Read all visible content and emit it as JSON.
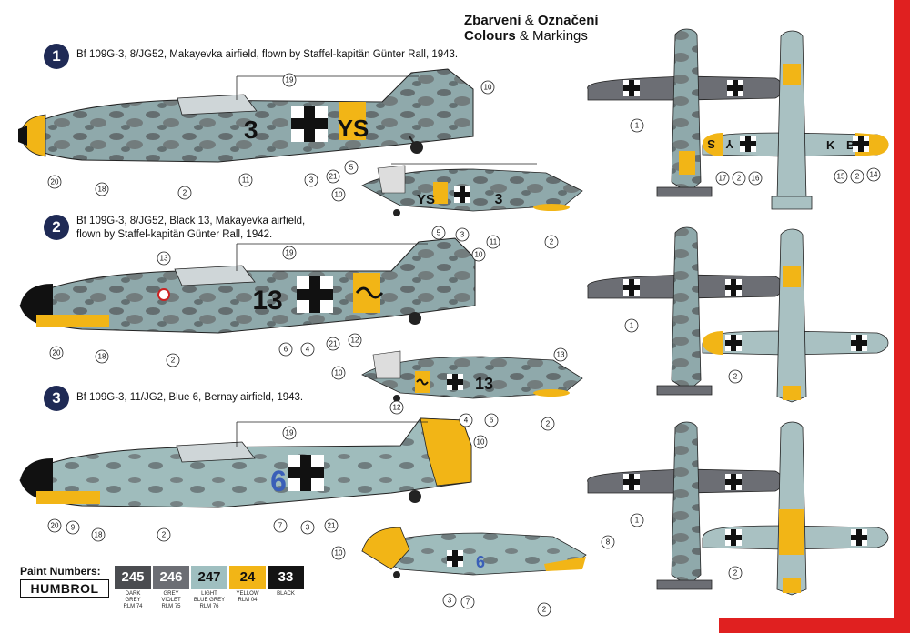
{
  "header": {
    "title_line1_a": "Zbarvení",
    "title_amp": "&",
    "title_line1_b": "Označení",
    "title_line2_a": "Colours",
    "title_line2_b": "Markings"
  },
  "schemes": [
    {
      "number": "1",
      "description_line1": "Bf 109G-3, 8/JG52, Makayevka airfield, flown by Staffel-kapitän Günter Rall, 1943.",
      "description_line2": "",
      "fuselage_code_a": "3",
      "fuselage_code_b": "YS",
      "small_code_a": "YS",
      "small_code_b": "3"
    },
    {
      "number": "2",
      "description_line1": "Bf 109G-3, 8/JG52, Black 13, Makayevka airfield,",
      "description_line2": "flown by Staffel-kapitän Günter Rall, 1942.",
      "fuselage_code_a": "13",
      "small_code_a": "13"
    },
    {
      "number": "3",
      "description_line1": "Bf 109G-3, 11/JG2, Blue 6, Bernay airfield, 1943.",
      "description_line2": "",
      "fuselage_code_a": "6",
      "small_code_a": "6"
    }
  ],
  "callouts": {
    "s1_side": [
      "20",
      "18",
      "2",
      "11",
      "3",
      "21",
      "5",
      "19",
      "10"
    ],
    "s1_small": [
      "10",
      "5",
      "3",
      "11",
      "2"
    ],
    "s1_plan": [
      "1",
      "17",
      "2",
      "16",
      "15",
      "2",
      "14"
    ],
    "s1_wing_code_left": "S",
    "s1_wing_code_left2": "Y",
    "s1_wing_code_right": "B",
    "s1_wing_code_right2": "K",
    "s2_side": [
      "13",
      "20",
      "18",
      "2",
      "6",
      "4",
      "21",
      "12",
      "19",
      "10"
    ],
    "s2_small": [
      "10",
      "12",
      "4",
      "6",
      "2",
      "13"
    ],
    "s2_plan": [
      "1",
      "2"
    ],
    "s3_side": [
      "20",
      "9",
      "18",
      "2",
      "7",
      "3",
      "21",
      "19",
      "10"
    ],
    "s3_small": [
      "10",
      "3",
      "7",
      "2",
      "8"
    ],
    "s3_plan": [
      "1",
      "2"
    ]
  },
  "paint": {
    "title": "Paint Numbers:",
    "brand": "HUMBROL",
    "chips": [
      {
        "number": "245",
        "label_lines": [
          "DARK",
          "GREY",
          "RLM 74"
        ],
        "color": "#4a4c50"
      },
      {
        "number": "246",
        "label_lines": [
          "GREY",
          "VIOLET",
          "RLM 75"
        ],
        "color": "#6c6e74"
      },
      {
        "number": "247",
        "label_lines": [
          "LIGHT",
          "BLUE GREY",
          "RLM 76"
        ],
        "color": "#9fbfc0"
      },
      {
        "number": "24",
        "label_lines": [
          "YELLOW",
          "RLM 04"
        ],
        "color": "#f2b516"
      },
      {
        "number": "33",
        "label_lines": [
          "BLACK"
        ],
        "color": "#141414"
      }
    ]
  },
  "colors": {
    "accent_red": "#e02020",
    "badge_navy": "#1f2a55",
    "yellow": "#f2b516",
    "blue_numeral": "#3a5fb8"
  }
}
